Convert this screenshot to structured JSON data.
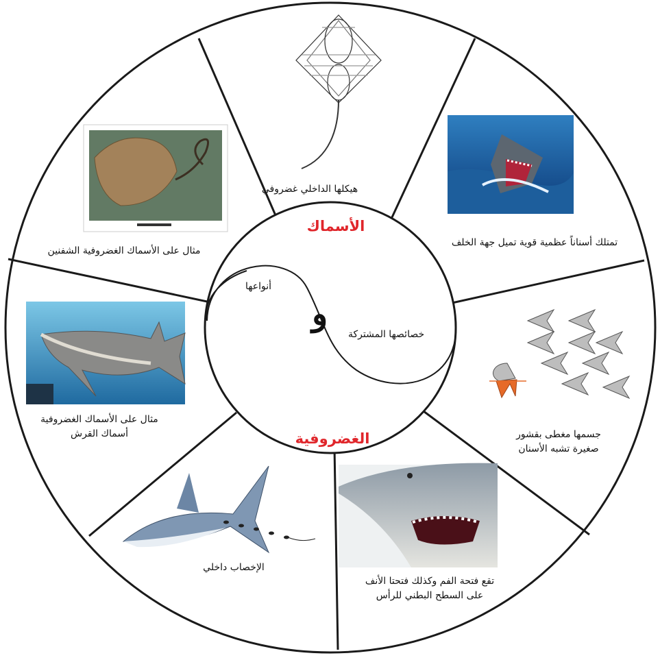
{
  "center": {
    "title_top": "الأسماك",
    "title_bottom": "الغضروفية",
    "left_label": "أنواعها",
    "right_label": "خصائصها المشتركة",
    "conjunction": "و"
  },
  "segments": [
    {
      "id": "skeleton",
      "label_lines": [
        "هيكلها الداخلي غضروفي"
      ],
      "image": "stingray-skeleton-drawing"
    },
    {
      "id": "teeth",
      "label_lines": [
        "تمتلك أسناناً عظمية قوية تميل جهة الخلف"
      ],
      "image": "shark-open-jaws-photo"
    },
    {
      "id": "scales",
      "label_lines": [
        "جسمها مغطى بقشور",
        "صغيرة تشبه الأسنان"
      ],
      "image": "placoid-scales-drawing"
    },
    {
      "id": "mouth",
      "label_lines": [
        "تقع فتحة الفم وكذلك فتحتا الأنف",
        "على السطح البطني للرأس"
      ],
      "image": "shark-head-photo"
    },
    {
      "id": "fertilization",
      "label_lines": [
        "الإخصاب داخلي"
      ],
      "image": "shark-with-sperm-drawing"
    },
    {
      "id": "shark-example",
      "label_lines": [
        "مثال على الأسماك الغضروفية",
        "أسماك القرش"
      ],
      "image": "shark-underwater-photo"
    },
    {
      "id": "ray-example",
      "label_lines": [
        "مثال على الأسماك الغضروفية الشفنين"
      ],
      "image": "stingray-photo"
    }
  ],
  "colors": {
    "title": "#e0262b",
    "outline": "#1a1a1a",
    "background": "#ffffff"
  }
}
